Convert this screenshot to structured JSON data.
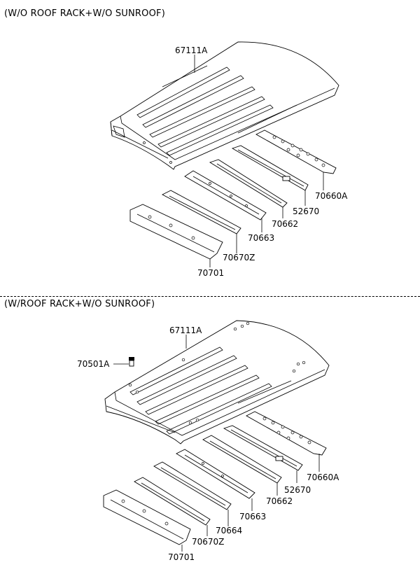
{
  "sections": {
    "top": {
      "title": "(W/O ROOF RACK+W/O SUNROOF)",
      "labels": {
        "roof_panel": "67111A",
        "bow_front": "70660A",
        "bow_2": "52670",
        "bow_3": "70662",
        "bow_4": "70663",
        "bow_5": "70670Z",
        "rear_rail": "70701"
      }
    },
    "bottom": {
      "title": "(W/ROOF RACK+W/O SUNROOF)",
      "labels": {
        "roof_panel": "67111A",
        "nut": "70501A",
        "bow_front": "70660A",
        "bow_2": "52670",
        "bow_3": "70662",
        "bow_4": "70663",
        "bow_5": "70664",
        "bow_6": "70670Z",
        "rear_rail": "70701"
      }
    }
  },
  "colors": {
    "line": "#000000",
    "background": "#ffffff"
  }
}
